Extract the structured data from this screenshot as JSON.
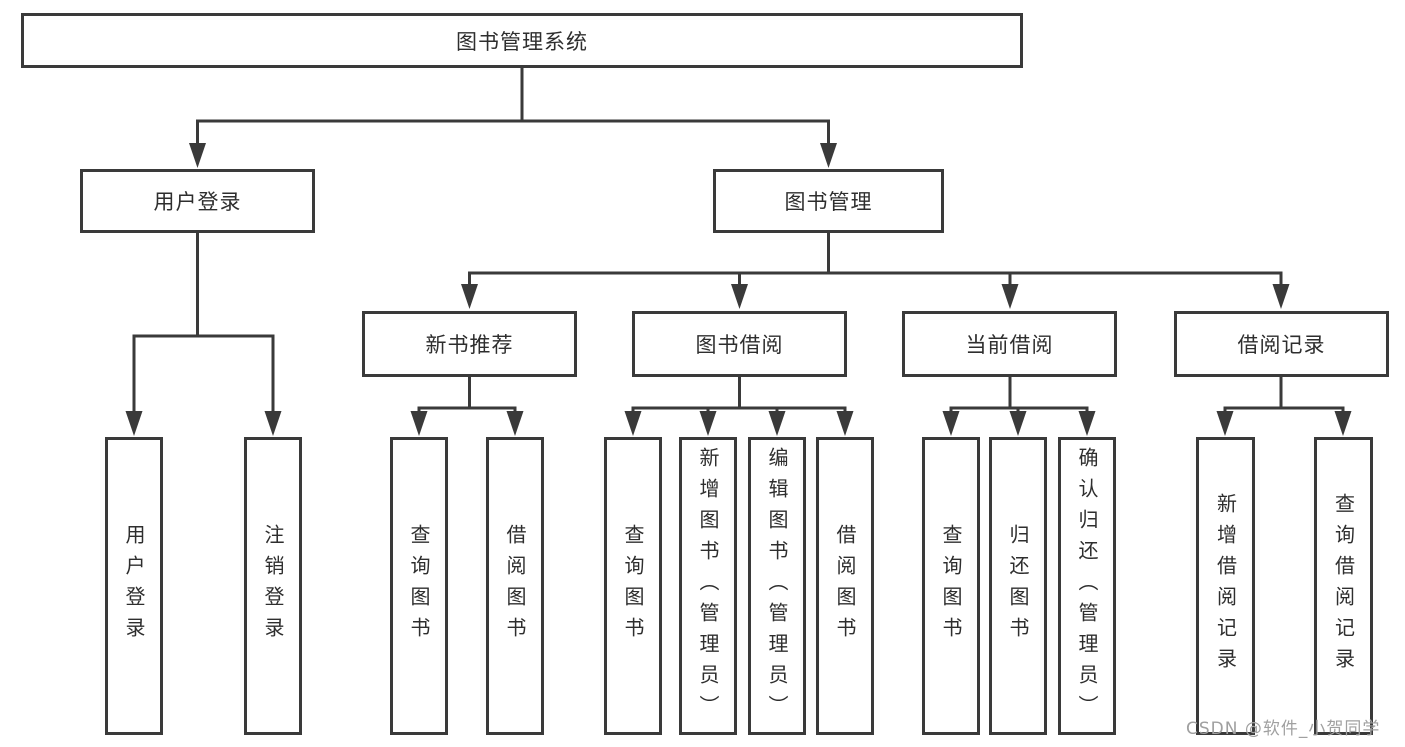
{
  "tree": {
    "root": {
      "label": "图书管理系统"
    },
    "children": [
      {
        "label": "用户登录",
        "children": [
          {
            "label": "用户登录"
          },
          {
            "label": "注销登录"
          }
        ]
      },
      {
        "label": "图书管理",
        "children": [
          {
            "label": "新书推荐",
            "children": [
              {
                "label": "查询图书"
              },
              {
                "label": "借阅图书"
              }
            ]
          },
          {
            "label": "图书借阅",
            "children": [
              {
                "label": "查询图书"
              },
              {
                "label": "新增图书（管理员）"
              },
              {
                "label": "编辑图书（管理员）"
              },
              {
                "label": "借阅图书"
              }
            ]
          },
          {
            "label": "当前借阅",
            "children": [
              {
                "label": "查询图书"
              },
              {
                "label": "归还图书"
              },
              {
                "label": "确认归还（管理员）"
              }
            ]
          },
          {
            "label": "借阅记录",
            "children": [
              {
                "label": "新增借阅记录"
              },
              {
                "label": "查询借阅记录"
              }
            ]
          }
        ]
      }
    ]
  },
  "watermark": {
    "text": "CSDN @软件_小贺同学"
  },
  "colors": {
    "line": "#3a3a3a",
    "text": "#2e2e2e",
    "watermark": "#a0a0a0"
  }
}
